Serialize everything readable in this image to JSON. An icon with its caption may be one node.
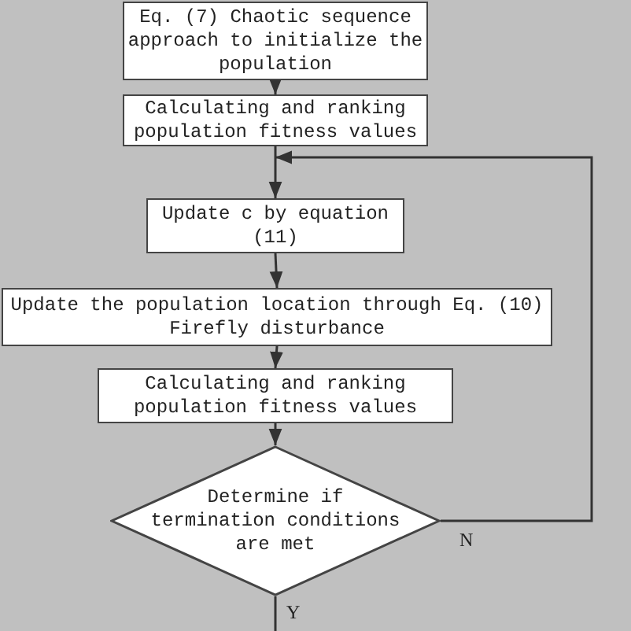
{
  "diagram": {
    "nodes": [
      {
        "text": [
          "Eq. (7) Chaotic sequence approach to initialize the population"
        ]
      },
      {
        "text": [
          "Calculating and ranking population fitness values"
        ]
      },
      {
        "text": [
          "Update c by equation (11)"
        ]
      },
      {
        "text": [
          "Update the population location through Eq. (10) Firefly disturbance"
        ]
      },
      {
        "text": [
          "Calculating and ranking population fitness values"
        ]
      },
      {
        "text": [
          "Determine if termination conditions are met"
        ]
      }
    ],
    "edges": [
      {
        "from": 0,
        "to": 1,
        "arrow": "to"
      },
      {
        "from": 1,
        "to": 2,
        "arrow": "to"
      },
      {
        "from": 2,
        "to": 3,
        "arrow": "to"
      },
      {
        "from": 3,
        "to": 4,
        "arrow": "to"
      },
      {
        "from": 4,
        "to": 5,
        "arrow": "to"
      },
      {
        "from": 5,
        "to": 2,
        "arrow": "to",
        "label": "N"
      },
      {
        "from": 5,
        "to": null,
        "arrow": "none",
        "label": "Y"
      }
    ]
  }
}
